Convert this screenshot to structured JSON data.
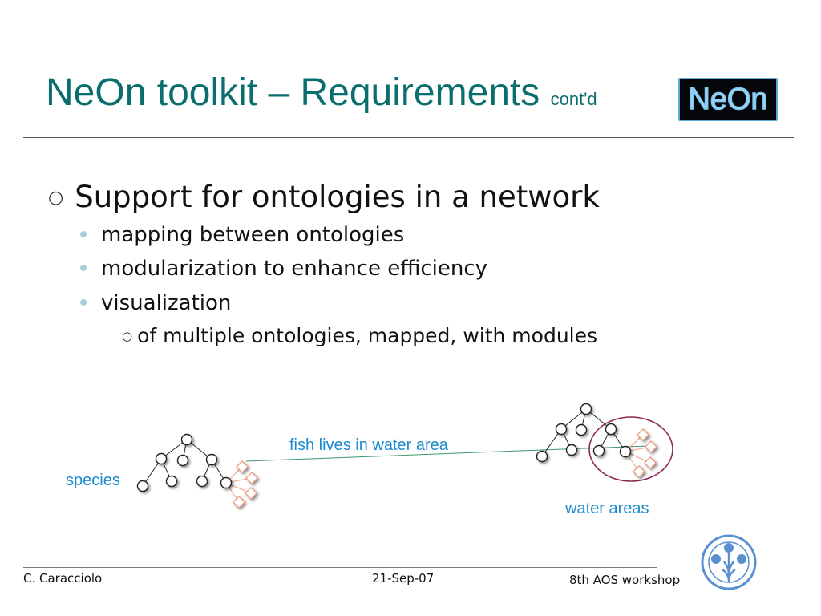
{
  "slide": {
    "title": "NeOn toolkit – Requirements",
    "title_suffix": "cont'd",
    "logo_text": "NeOn",
    "bullets": {
      "main": "Support for ontologies in a network",
      "items": [
        "mapping between ontologies",
        "modularization to enhance efficiency",
        "visualization"
      ],
      "sub": "of multiple ontologies, mapped, with modules"
    },
    "diagram": {
      "label_mapping": "fish lives in water area",
      "label_left": "species",
      "label_right": "water areas"
    },
    "footer": {
      "author": "C. Caracciolo",
      "date": "21-Sep-07",
      "event": "8th AOS workshop"
    },
    "colors": {
      "title": "#0b6e6e",
      "label": "#1e8bd0",
      "module": "#f0a080",
      "ellipse": "#8e2a55",
      "mapping_line": "#3a9a6a"
    }
  }
}
